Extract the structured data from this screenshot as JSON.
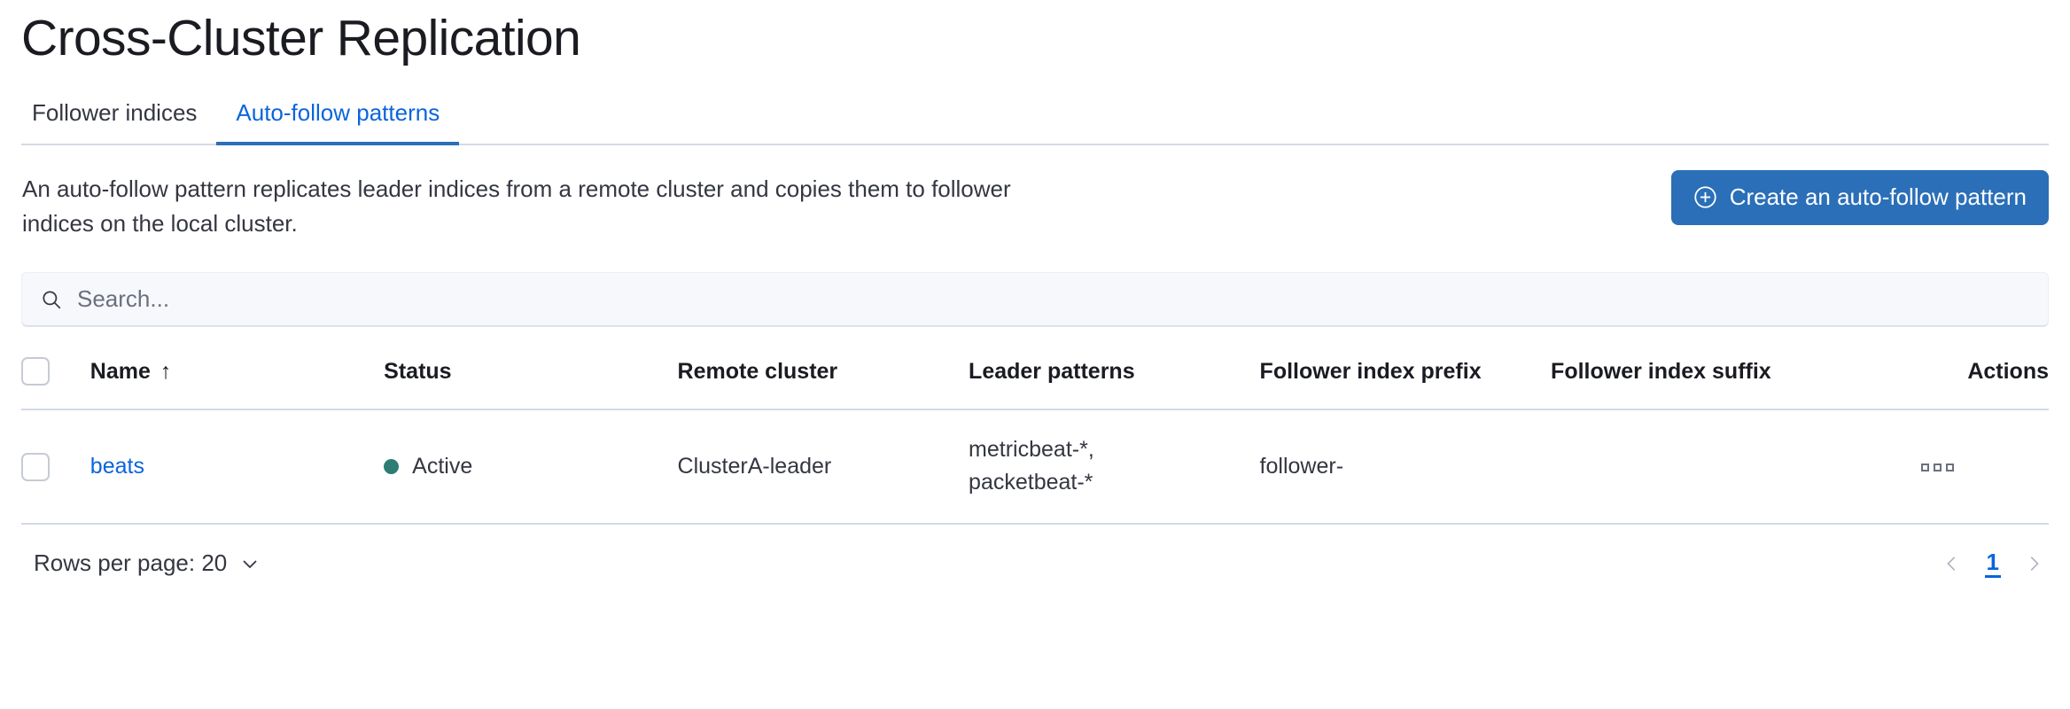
{
  "page": {
    "title": "Cross-Cluster Replication"
  },
  "tabs": [
    {
      "label": "Follower indices",
      "active": false
    },
    {
      "label": "Auto-follow patterns",
      "active": true
    }
  ],
  "intro": {
    "description": "An auto-follow pattern replicates leader indices from a remote cluster and copies them to follower indices on the local cluster.",
    "create_button_label": "Create an auto-follow pattern",
    "create_button_icon": "plus-in-circle-icon"
  },
  "search": {
    "placeholder": "Search...",
    "value": "",
    "icon": "search-icon"
  },
  "table": {
    "columns": [
      {
        "key": "select",
        "label": ""
      },
      {
        "key": "name",
        "label": "Name",
        "sort": "asc",
        "sort_glyph": "↑"
      },
      {
        "key": "status",
        "label": "Status"
      },
      {
        "key": "remote",
        "label": "Remote cluster"
      },
      {
        "key": "leader",
        "label": "Leader patterns"
      },
      {
        "key": "prefix",
        "label": "Follower index prefix"
      },
      {
        "key": "suffix",
        "label": "Follower index suffix"
      },
      {
        "key": "actions",
        "label": "Actions"
      }
    ],
    "rows": [
      {
        "name": "beats",
        "status": "Active",
        "status_color": "#2e7d73",
        "remote_cluster": "ClusterA-leader",
        "leader_patterns": [
          "metricbeat-*,",
          "packetbeat-*"
        ],
        "follower_index_prefix": "follower-",
        "follower_index_suffix": "",
        "actions_icon": "more-actions-icon"
      }
    ]
  },
  "footer": {
    "rows_per_page_label": "Rows per page: 20",
    "pagination": {
      "prev_icon": "chevron-left-icon",
      "next_icon": "chevron-right-icon",
      "pages": [
        "1"
      ],
      "current": "1"
    }
  },
  "colors": {
    "accent_blue": "#2a6fb8",
    "link_blue": "#0b64dd",
    "status_green": "#2e7d73",
    "border": "#d3dae6",
    "text": "#343741"
  }
}
